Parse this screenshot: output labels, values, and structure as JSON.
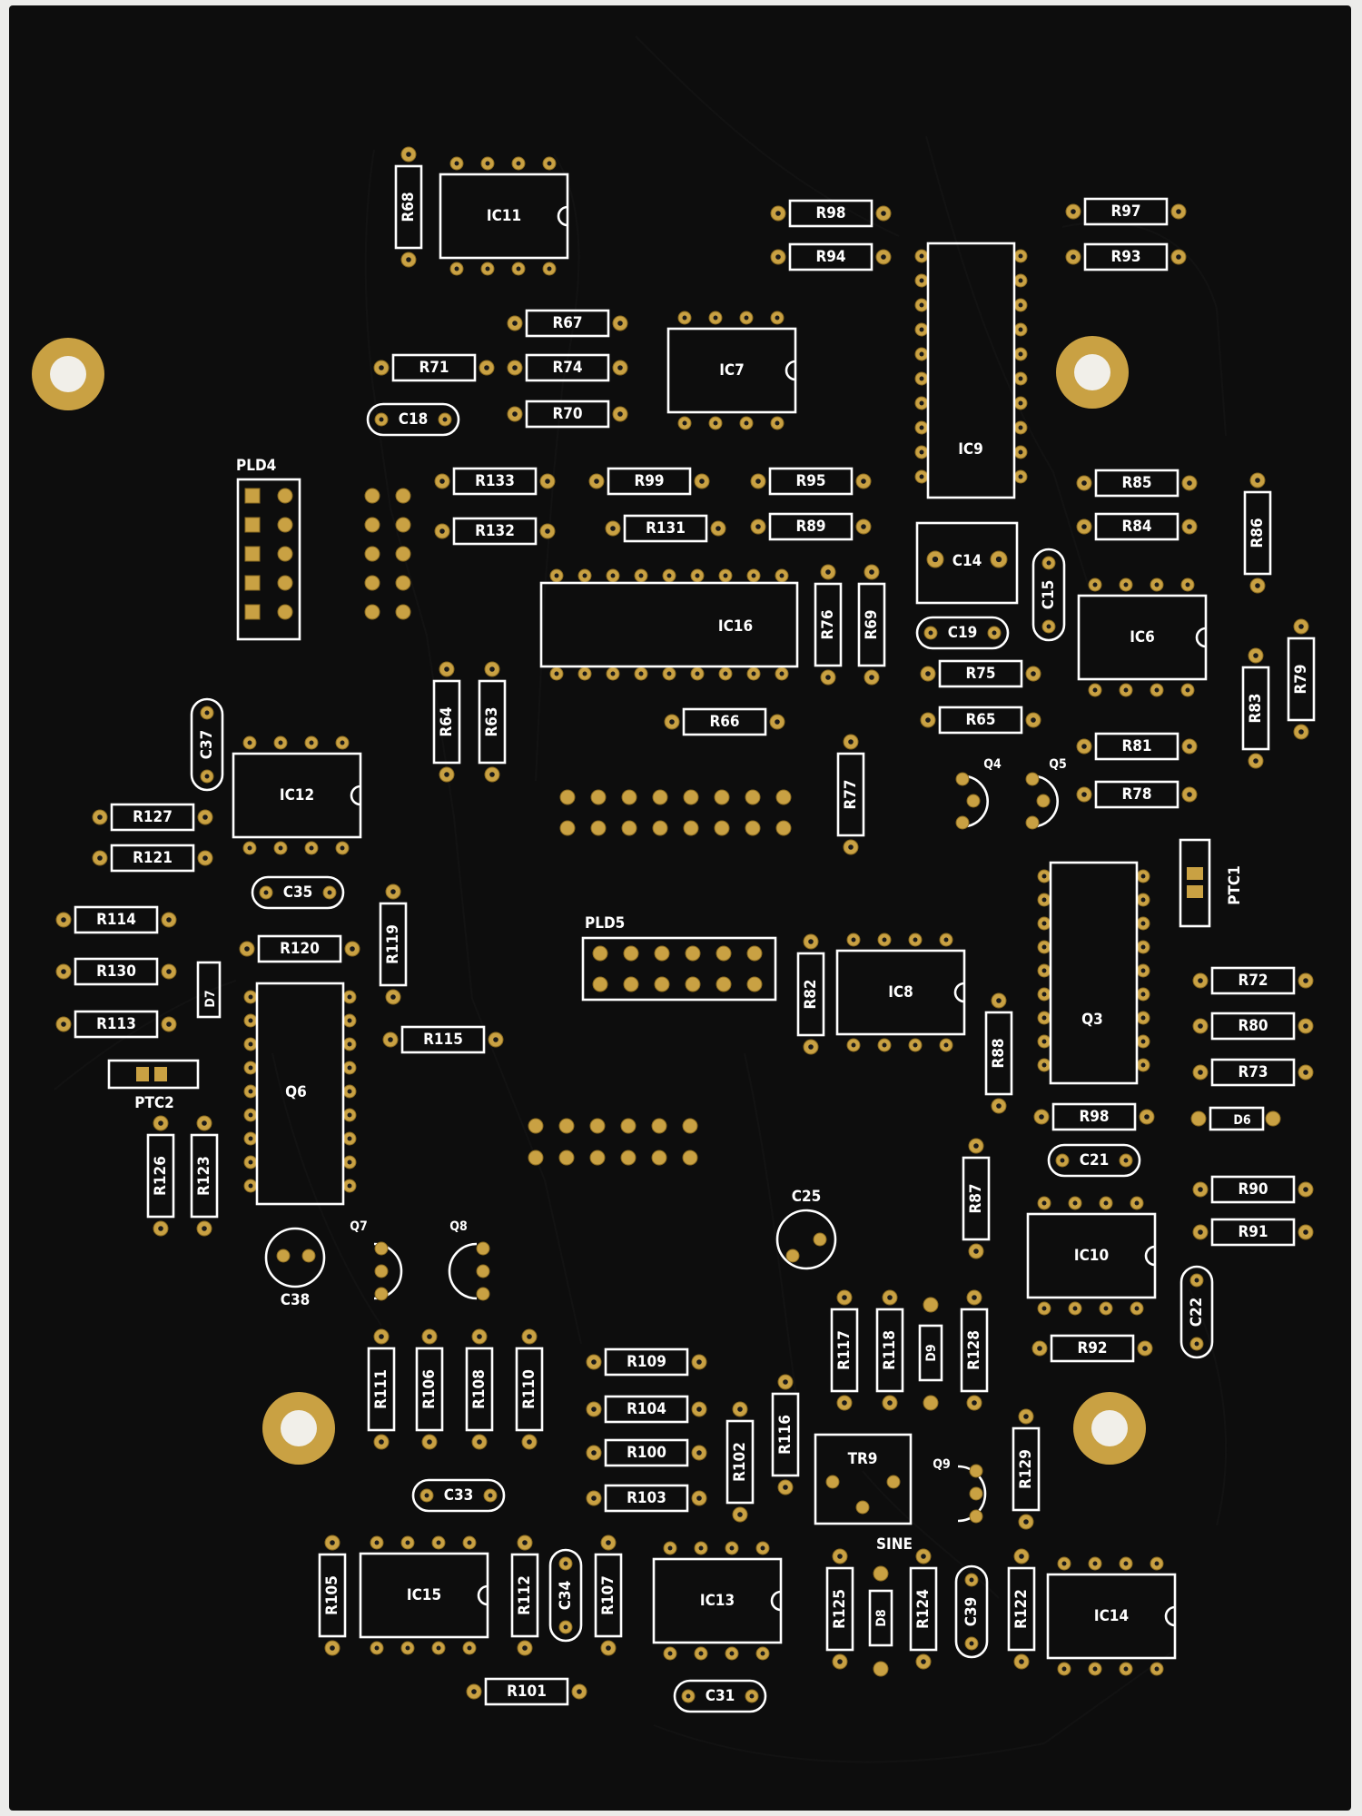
{
  "image": {
    "kind": "pcb-silkscreen",
    "colors": {
      "board": "#0d0d0d",
      "silk": "#ffffff",
      "pad": "#c9a143",
      "background": "#ececea"
    }
  },
  "resistors_h": [
    [
      "R98",
      915,
      235
    ],
    [
      "R94",
      915,
      283
    ],
    [
      "R97",
      1240,
      233
    ],
    [
      "R93",
      1240,
      283
    ],
    [
      "R67",
      625,
      356
    ],
    [
      "R71",
      478,
      405
    ],
    [
      "R74",
      625,
      405
    ],
    [
      "R70",
      625,
      456
    ],
    [
      "R133",
      545,
      530
    ],
    [
      "R132",
      545,
      585
    ],
    [
      "R99",
      715,
      530
    ],
    [
      "R131",
      733,
      582
    ],
    [
      "R95",
      893,
      530
    ],
    [
      "R89",
      893,
      580
    ],
    [
      "R85",
      1252,
      532
    ],
    [
      "R84",
      1252,
      580
    ],
    [
      "R66",
      798,
      795
    ],
    [
      "R75",
      1080,
      742
    ],
    [
      "R65",
      1080,
      793
    ],
    [
      "R81",
      1252,
      822
    ],
    [
      "R78",
      1252,
      875
    ],
    [
      "R127",
      168,
      900
    ],
    [
      "R121",
      168,
      945
    ],
    [
      "R114",
      128,
      1013
    ],
    [
      "R130",
      128,
      1070
    ],
    [
      "R113",
      128,
      1128
    ],
    [
      "R120",
      330,
      1045
    ],
    [
      "R115",
      488,
      1145
    ],
    [
      "R72",
      1380,
      1080
    ],
    [
      "R80",
      1380,
      1130
    ],
    [
      "R73",
      1380,
      1181
    ],
    [
      "R98",
      1205,
      1230
    ],
    [
      "R90",
      1380,
      1310
    ],
    [
      "R91",
      1380,
      1357
    ],
    [
      "R92",
      1203,
      1485
    ],
    [
      "R109",
      712,
      1500
    ],
    [
      "R104",
      712,
      1552
    ],
    [
      "R100",
      712,
      1600
    ],
    [
      "R103",
      712,
      1650
    ],
    [
      "R101",
      580,
      1863
    ]
  ],
  "resistors_v": [
    [
      "R68",
      450,
      228
    ],
    [
      "R76",
      912,
      688
    ],
    [
      "R69",
      960,
      688
    ],
    [
      "R86",
      1385,
      587
    ],
    [
      "R79",
      1433,
      748
    ],
    [
      "R83",
      1383,
      780
    ],
    [
      "R64",
      492,
      795
    ],
    [
      "R63",
      542,
      795
    ],
    [
      "R77",
      937,
      875
    ],
    [
      "R119",
      433,
      1040
    ],
    [
      "R82",
      893,
      1095
    ],
    [
      "R88",
      1100,
      1160
    ],
    [
      "R126",
      177,
      1295
    ],
    [
      "R123",
      225,
      1295
    ],
    [
      "R87",
      1075,
      1320
    ],
    [
      "R117",
      930,
      1487
    ],
    [
      "R118",
      980,
      1487
    ],
    [
      "R128",
      1073,
      1487
    ],
    [
      "R111",
      420,
      1530
    ],
    [
      "R106",
      473,
      1530
    ],
    [
      "R108",
      528,
      1530
    ],
    [
      "R110",
      583,
      1530
    ],
    [
      "R116",
      865,
      1580
    ],
    [
      "R102",
      815,
      1610
    ],
    [
      "R129",
      1130,
      1618
    ],
    [
      "R105",
      366,
      1757
    ],
    [
      "R112",
      578,
      1757
    ],
    [
      "R107",
      670,
      1757
    ],
    [
      "R125",
      925,
      1772
    ],
    [
      "R124",
      1017,
      1772
    ],
    [
      "R122",
      1125,
      1772
    ]
  ],
  "caps_h": [
    [
      "C18",
      455,
      462
    ],
    [
      "C19",
      1060,
      697
    ],
    [
      "C35",
      328,
      983
    ],
    [
      "C21",
      1205,
      1278
    ],
    [
      "C33",
      505,
      1647
    ],
    [
      "C31",
      793,
      1868
    ]
  ],
  "caps_v": [
    [
      "C37",
      228,
      820
    ],
    [
      "C15",
      1155,
      655
    ],
    [
      "C22",
      1318,
      1445
    ],
    [
      "C34",
      623,
      1757
    ],
    [
      "C39",
      1070,
      1775
    ]
  ],
  "ics": [
    [
      "IC11",
      555,
      238,
      6
    ],
    [
      "IC7",
      806,
      408,
      6
    ],
    [
      "IC12",
      327,
      876,
      6
    ],
    [
      "IC6",
      1258,
      702,
      6
    ],
    [
      "IC8",
      992,
      1093,
      6
    ],
    [
      "IC10",
      1202,
      1383,
      6
    ],
    [
      "IC15",
      467,
      1757,
      6
    ],
    [
      "IC13",
      790,
      1763,
      6
    ],
    [
      "IC14",
      1224,
      1780,
      6
    ]
  ],
  "labels": {
    "ic9": "IC9",
    "ic16": "IC16",
    "q6": "Q6",
    "q3": "Q3",
    "c14": "C14",
    "pld4": "PLD4",
    "pld5": "PLD5",
    "ptc1": "PTC1",
    "ptc2": "PTC2",
    "d7": "D7",
    "d6": "D6",
    "d9": "D9",
    "d8": "D8",
    "q4": "Q4",
    "q5": "Q5",
    "q7": "Q7",
    "q8": "Q8",
    "q9": "Q9",
    "c25": "C25",
    "c38": "C38",
    "tr9": "TR9",
    "sine": "SINE"
  }
}
